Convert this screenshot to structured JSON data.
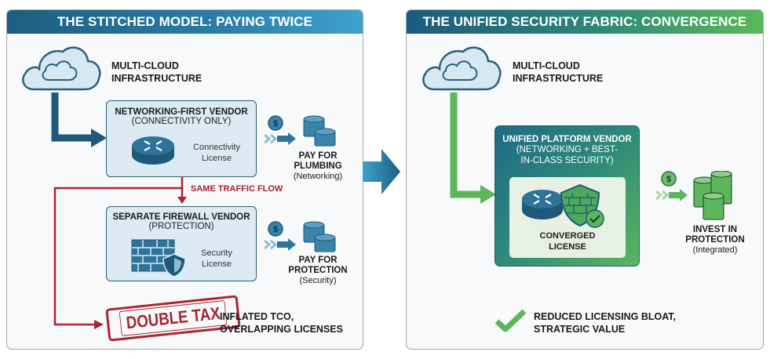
{
  "left_panel": {
    "title": "THE STITCHED MODEL: PAYING TWICE",
    "cloud_label_line1": "MULTI-CLOUD",
    "cloud_label_line2": "INFRASTRUCTURE",
    "vendor1": {
      "title": "NETWORKING-FIRST VENDOR",
      "subtitle": "(CONNECTIVITY ONLY)",
      "license_line1": "Connectivity",
      "license_line2": "License",
      "icon": "router-icon"
    },
    "payment1": {
      "line1": "PAY FOR",
      "line2": "PLUMBING",
      "line3": "(Networking)"
    },
    "flow_label": "SAME TRAFFIC FLOW",
    "vendor2": {
      "title": "SEPARATE FIREWALL VENDOR",
      "subtitle": "(PROTECTION)",
      "license_line1": "Security",
      "license_line2": "License",
      "icon": "firewall-shield-icon"
    },
    "payment2": {
      "line1": "PAY FOR",
      "line2": "PROTECTION",
      "line3": "(Security)"
    },
    "stamp": "DOUBLE TAX",
    "outcome_line1": "INFLATED TCO,",
    "outcome_line2": "OVERLAPPING LICENSES"
  },
  "right_panel": {
    "title": "THE UNIFIED SECURITY FABRIC: CONVERGENCE",
    "cloud_label_line1": "MULTI-CLOUD",
    "cloud_label_line2": "INFRASTRUCTURE",
    "vendor": {
      "title": "UNIFIED PLATFORM VENDOR",
      "subtitle_line1": "(NETWORKING + BEST-",
      "subtitle_line2": "IN-CLASS SECURITY)",
      "license_line1": "CONVERGED",
      "license_line2": "LICENSE"
    },
    "payment": {
      "line1": "INVEST IN",
      "line2": "PROTECTION",
      "line3": "(Integrated)"
    },
    "outcome_line1": "REDUCED LICENSING BLOAT,",
    "outcome_line2": "STRATEGIC VALUE"
  },
  "colors": {
    "left_accent": "#2a6f94",
    "right_accent": "#5bb65c",
    "warning_red": "#a8262e",
    "vendor_box_fill": "#dbeaf3"
  },
  "currency_symbol": "$"
}
